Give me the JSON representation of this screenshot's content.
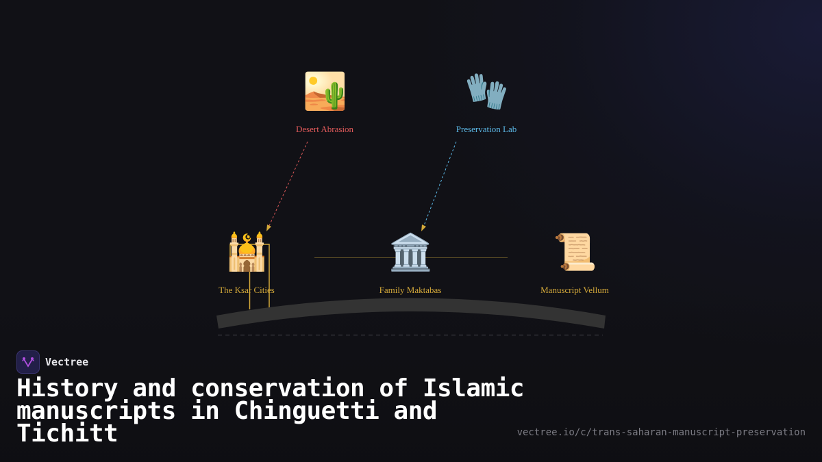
{
  "brand": {
    "name": "Vectree",
    "logo_icon": "vectree-fork-logo-icon",
    "logo_color": "#b04fe0"
  },
  "title": "History and conservation of Islamic manuscripts in Chinguetti and Tichitt",
  "url": "vectree.io/c/trans-saharan-manuscript-preservation",
  "diagram": {
    "nodes": [
      {
        "id": "desert-abrasion",
        "label": "Desert Abrasion",
        "icon": "desert-icon",
        "glyph": "🏜️",
        "color": "#e05a5a"
      },
      {
        "id": "preservation-lab",
        "label": "Preservation Lab",
        "icon": "gloves-icon",
        "glyph": "🧤",
        "color": "#5cb8e6"
      },
      {
        "id": "ksar-cities",
        "label": "The Ksar Cities",
        "icon": "mosque-icon",
        "glyph": "🕌",
        "color": "#d4a93a"
      },
      {
        "id": "family-maktabas",
        "label": "Family Maktabas",
        "icon": "library-building-icon",
        "glyph": "🏛️",
        "color": "#d4a93a"
      },
      {
        "id": "manuscript-vellum",
        "label": "Manuscript Vellum",
        "icon": "scroll-icon",
        "glyph": "📜",
        "color": "#d4a93a"
      }
    ],
    "edges": [
      {
        "from": "desert-abrasion",
        "to": "ksar-cities",
        "style": "dashed",
        "color": "#e05a5a"
      },
      {
        "from": "preservation-lab",
        "to": "family-maktabas",
        "style": "dashed",
        "color": "#5cb8e6"
      },
      {
        "from": "ksar-cities",
        "to": "manuscript-vellum",
        "style": "solid",
        "color": "#6b5a2a"
      }
    ],
    "accent_color": "#d4a93a",
    "arc_color": "#333333"
  }
}
